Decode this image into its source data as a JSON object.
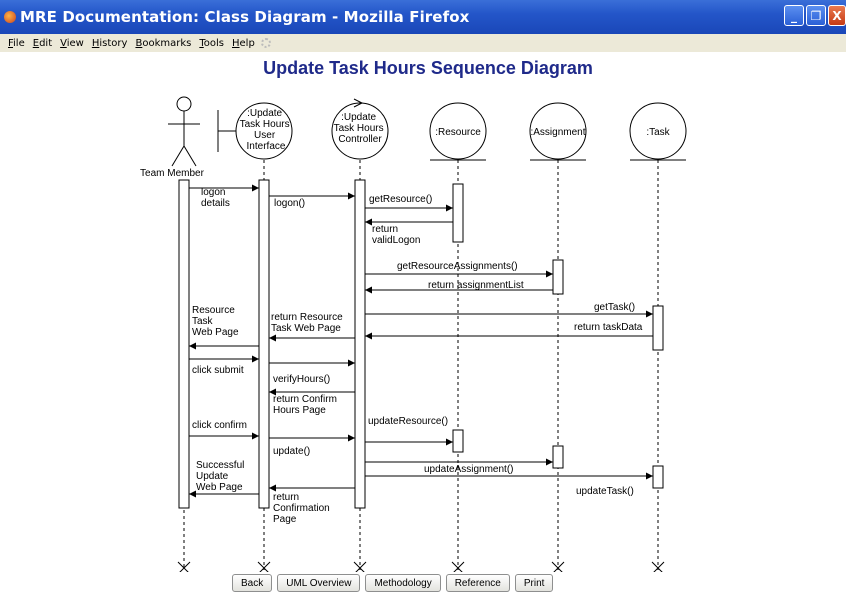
{
  "window": {
    "title": "MRE Documentation: Class Diagram - Mozilla Firefox",
    "minimize": "_",
    "maximize": "❐",
    "close": "X"
  },
  "menu": [
    "File",
    "Edit",
    "View",
    "History",
    "Bookmarks",
    "Tools",
    "Help"
  ],
  "page": {
    "title": "Update Task Hours Sequence Diagram"
  },
  "diagram": {
    "actor": "Team Member",
    "lifelines": {
      "ui": [
        ":Update",
        "Task Hours",
        "User",
        "Interface"
      ],
      "controller": [
        ":Update",
        "Task Hours",
        "Controller"
      ],
      "resource": ":Resource",
      "assignment": ":Assignment",
      "task": ":Task"
    },
    "messages": {
      "logon_details": [
        "logon",
        "details"
      ],
      "logon": "logon()",
      "get_resource": "getResource()",
      "return_valid_logon": [
        "return",
        "validLogon"
      ],
      "get_resource_assignments": "getResourceAssignments()",
      "return_assignment_list": "return assignmentList",
      "get_task": "getTask()",
      "return_task_data": "return taskData",
      "return_resource_task_page": [
        "return Resource",
        "Task Web Page"
      ],
      "resource_task_web_page": [
        "Resource",
        "Task",
        "Web Page"
      ],
      "click_submit": "click submit",
      "verify_hours": "verifyHours()",
      "return_confirm_hours": [
        "return Confirm",
        "Hours Page"
      ],
      "click_confirm": "click confirm",
      "update_resource": "updateResource()",
      "update": "update()",
      "update_assignment": "updateAssignment()",
      "update_task": "updateTask()",
      "successful_update": [
        "Successful",
        "Update",
        "Web Page"
      ],
      "return_confirmation": [
        "return",
        "Confirmation",
        "Page"
      ]
    }
  },
  "nav_buttons": [
    "Back",
    "UML Overview",
    "Methodology",
    "Reference",
    "Print"
  ]
}
